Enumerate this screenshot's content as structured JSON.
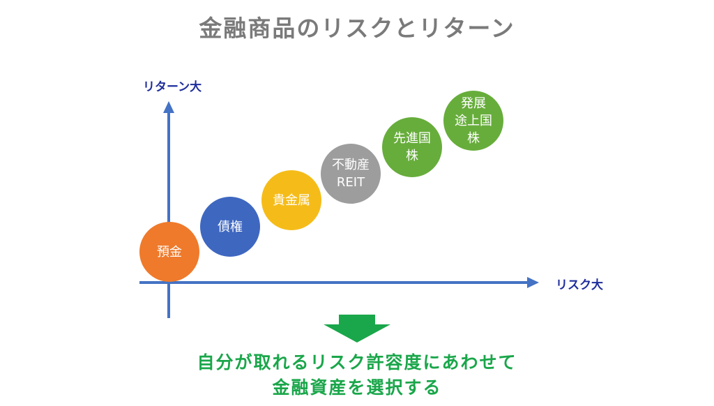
{
  "title": "金融商品のリスクとリターン",
  "axes": {
    "y_label": "リターン大",
    "x_label": "リスク大"
  },
  "items": [
    {
      "label": "預金",
      "color": "#ef7a2b"
    },
    {
      "label": "債権",
      "color": "#3e67c0"
    },
    {
      "label": "貴金属",
      "color": "#f5bc19"
    },
    {
      "label": "不動産\nREIT",
      "color": "#9d9d9d"
    },
    {
      "label": "先進国\n株",
      "color": "#67ad3b"
    },
    {
      "label": "発展\n途上国\n株",
      "color": "#67ad3b"
    }
  ],
  "conclusion": {
    "line1": "自分が取れるリスク許容度にあわせて",
    "line2": "金融資産を選択する"
  },
  "colors": {
    "axis": "#4472c4",
    "arrow": "#1aa64a",
    "title": "#7a7a7a",
    "axis_label": "#1f2d9c"
  }
}
